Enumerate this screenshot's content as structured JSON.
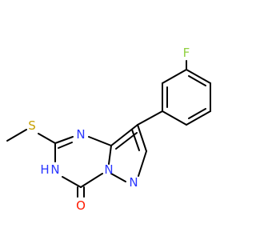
{
  "molecule": {
    "atoms": [
      {
        "id": "F",
        "label": "F",
        "color": "#90d040"
      },
      {
        "id": "S",
        "label": "S",
        "color": "#c8a000"
      },
      {
        "id": "N_top",
        "label": "N",
        "color": "#2a36ff"
      },
      {
        "id": "NH",
        "label": "N",
        "color": "#2a36ff"
      },
      {
        "id": "H",
        "label": "H",
        "color": "#2a36ff"
      },
      {
        "id": "N_bridge",
        "label": "N",
        "color": "#2a36ff"
      },
      {
        "id": "N_pyrazole",
        "label": "N",
        "color": "#2a36ff"
      },
      {
        "id": "O",
        "label": "O",
        "color": "#ff1a00"
      }
    ],
    "bond_color": "#000000"
  }
}
